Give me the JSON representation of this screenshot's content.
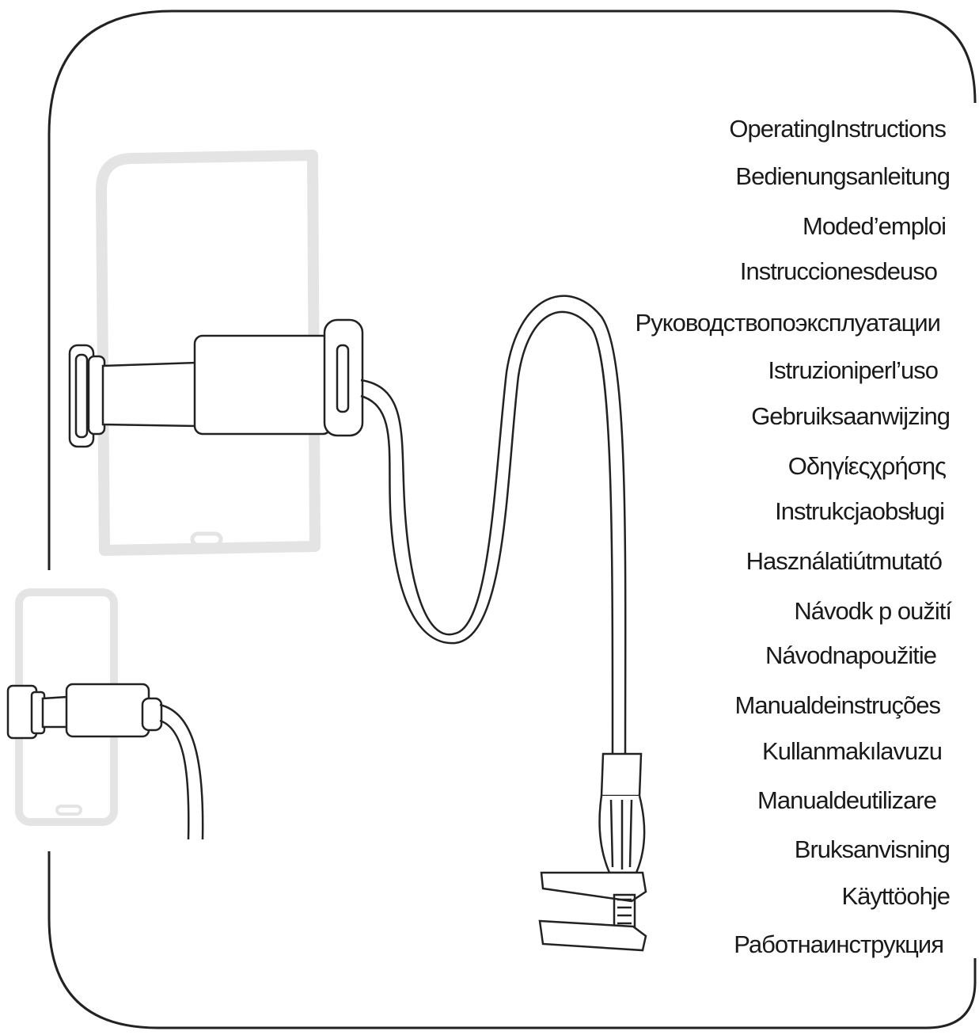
{
  "titles": [
    "OperatingInstructions",
    "Bedienungsanleitung",
    "Moded’emploi",
    "Instruccionesdeuso",
    "Руководствопоэксплуатации",
    "Istruzioniperl’uso",
    "Gebruiksaanwijzing",
    "Οδηγίεςχρήσης",
    "Instrukcjaobsługi",
    "Használatiútmutató",
    "Návodk p oužití",
    "Návodnapoužitie",
    "Manualdeinstruções",
    "Kullanmakılavuzu",
    "Manualdeutilizare",
    "Bruksanvisning",
    "Käyttöohje",
    "Работнаинструкция"
  ],
  "illustration": {
    "items": [
      "tablet-holder-clip-icon",
      "phone-holder-clip-icon",
      "gooseneck-arm-icon",
      "desk-clamp-icon"
    ],
    "line_color": "#222222",
    "faded_device_color": "#e3e3e3"
  }
}
